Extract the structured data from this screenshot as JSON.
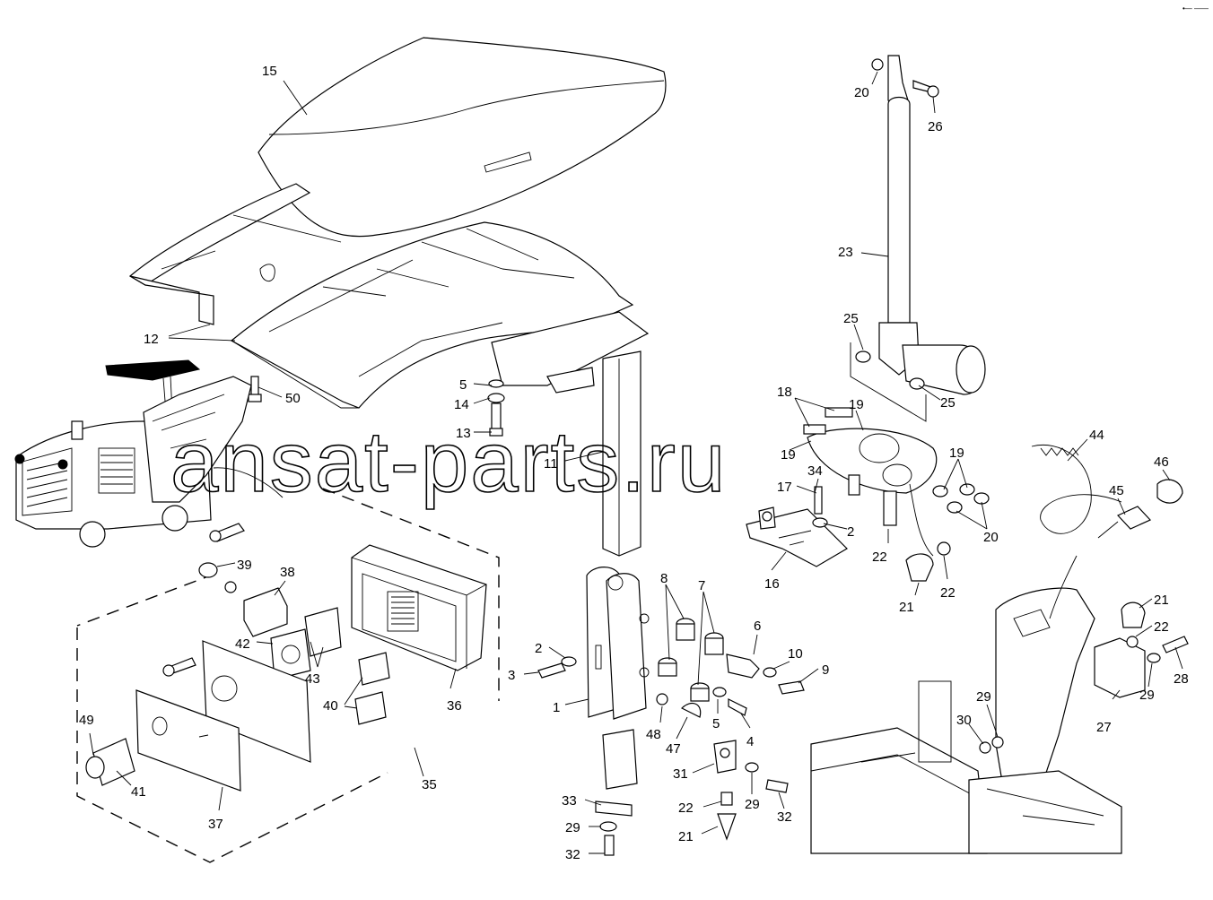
{
  "watermark": "ansat-parts.ru",
  "corner_mark": "•— ——",
  "callouts": [
    "15",
    "12",
    "50",
    "5",
    "14",
    "13",
    "11",
    "20",
    "26",
    "23",
    "25",
    "18",
    "19",
    "19",
    "17",
    "34",
    "2",
    "16",
    "22",
    "21",
    "22",
    "44",
    "45",
    "46",
    "19",
    "20",
    "25",
    "39",
    "38",
    "42",
    "43",
    "40",
    "36",
    "35",
    "49",
    "41",
    "37",
    "8",
    "7",
    "6",
    "10",
    "9",
    "2",
    "3",
    "1",
    "48",
    "47",
    "5",
    "4",
    "31",
    "29",
    "32",
    "22",
    "21",
    "33",
    "29",
    "32",
    "21",
    "22",
    "28",
    "29",
    "27",
    "29",
    "30"
  ]
}
